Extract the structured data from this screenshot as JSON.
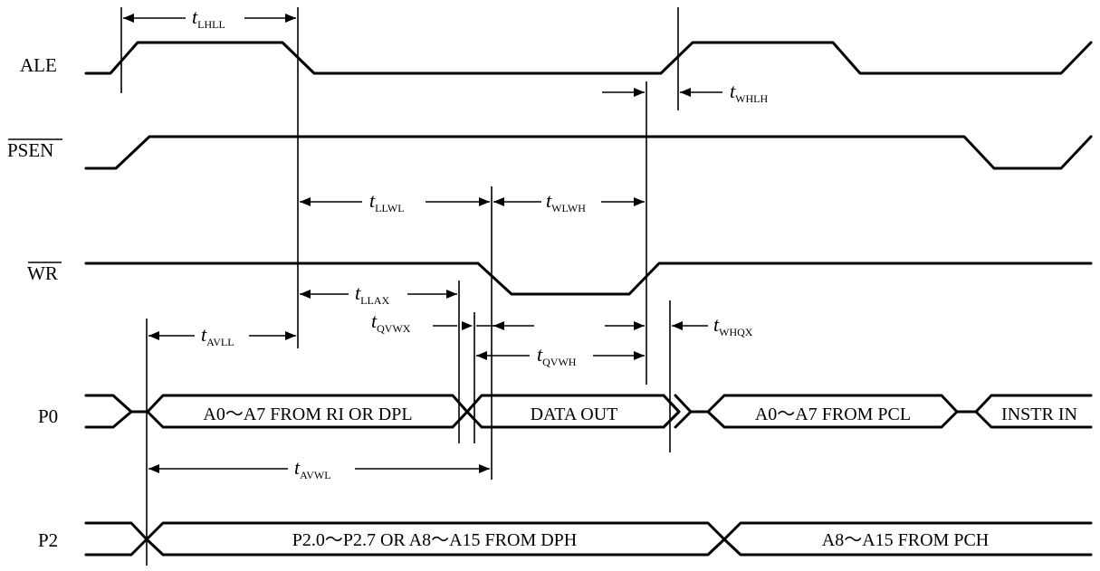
{
  "signals": {
    "ale": "ALE",
    "psen": "PSEN",
    "wr": "WR",
    "p0": "P0",
    "p2": "P2"
  },
  "bus_labels": {
    "p0_addr": "A0～A7 FROM RI OR DPL",
    "p0_data": "DATA OUT",
    "p0_pcl": "A0～A7 FROM PCL",
    "p0_instr": "INSTR IN",
    "p2_dph": "P2.0～P2.7 OR A8～A15 FROM DPH",
    "p2_pch": "A8～A15 FROM PCH"
  },
  "timing": {
    "t_lhll": {
      "t": "t",
      "sub": "LHLL"
    },
    "t_whlh": {
      "t": "t",
      "sub": "WHLH"
    },
    "t_llwl": {
      "t": "t",
      "sub": "LLWL"
    },
    "t_wlwh": {
      "t": "t",
      "sub": "WLWH"
    },
    "t_llax": {
      "t": "t",
      "sub": "LLAX"
    },
    "t_qvwx": {
      "t": "t",
      "sub": "QVWX"
    },
    "t_whqx": {
      "t": "t",
      "sub": "WHQX"
    },
    "t_avll": {
      "t": "t",
      "sub": "AVLL"
    },
    "t_qvwh": {
      "t": "t",
      "sub": "QVWH"
    },
    "t_avwl": {
      "t": "t",
      "sub": "AVWL"
    }
  }
}
